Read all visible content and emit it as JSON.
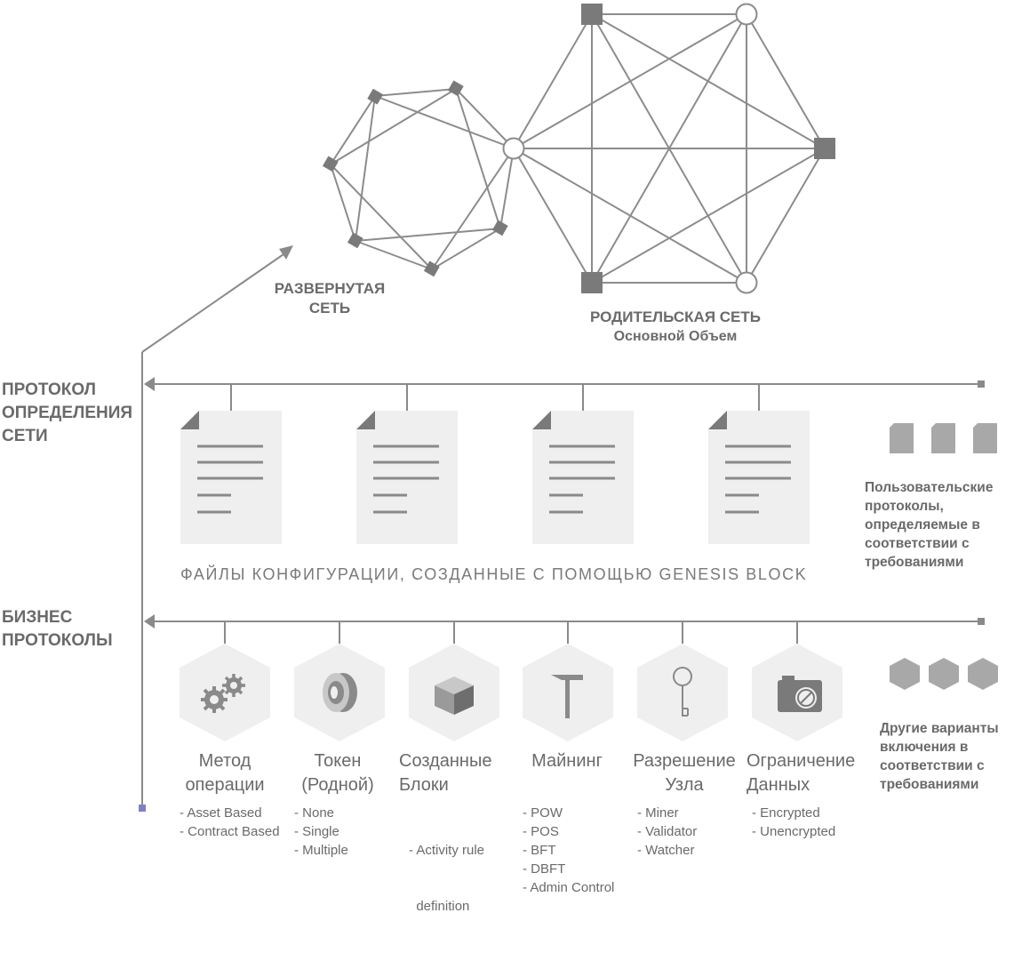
{
  "network": {
    "deployed_label": [
      "РАЗВЕРНУТАЯ",
      "СЕТЬ"
    ],
    "parent_label": "РОДИТЕЛЬСКАЯ СЕТЬ",
    "parent_sublabel": "Основной Объем"
  },
  "protocol_section": {
    "title": [
      "ПРОТОКОЛ",
      "ОПРЕДЕЛЕНИЯ",
      "СЕТИ"
    ],
    "banner": "ФАЙЛЫ КОНФИГУРАЦИИ, СОЗДАННЫЕ С ПОМОЩЬЮ GENESIS BLOCK",
    "documents": [
      "document-icon",
      "document-icon",
      "document-icon",
      "document-icon"
    ],
    "custom_note": [
      "Пользовательские",
      "протоколы,",
      "определяемые в",
      "соответствии с",
      "требованиями"
    ]
  },
  "business_section": {
    "title": [
      "БИЗНЕС",
      "ПРОТОКОЛЫ"
    ],
    "items": [
      {
        "icon": "gears-icon",
        "title": [
          "Метод",
          "операции"
        ],
        "options": [
          "- Asset Based",
          "- Contract Based"
        ]
      },
      {
        "icon": "token-icon",
        "title": [
          "Токен",
          "(Родной)"
        ],
        "options": [
          "- None",
          "- Single",
          "- Multiple"
        ]
      },
      {
        "icon": "cube-icon",
        "title": [
          "Созданные",
          "Блоки"
        ],
        "options": [
          "- Activity rule",
          "  definition"
        ]
      },
      {
        "icon": "hammer-icon",
        "title": [
          "Майнинг"
        ],
        "options": [
          "- POW",
          "- POS",
          "- BFT",
          "- DBFT",
          "- Admin Control"
        ]
      },
      {
        "icon": "key-icon",
        "title": [
          "Разрешение",
          "Узла"
        ],
        "options": [
          "- Miner",
          "- Validator",
          "- Watcher"
        ]
      },
      {
        "icon": "camera-off-icon",
        "title": [
          "Ограничение",
          "Данных"
        ],
        "options": [
          "- Encrypted",
          "- Unencrypted"
        ]
      }
    ],
    "other_note": [
      "Другие варианты",
      "включения в",
      "соответствии с",
      "требованиями"
    ]
  },
  "colors": {
    "line": "#8a8a8a",
    "node": "#7a7a7a",
    "panel": "#efefef",
    "accent_dot": "#8080c8"
  }
}
